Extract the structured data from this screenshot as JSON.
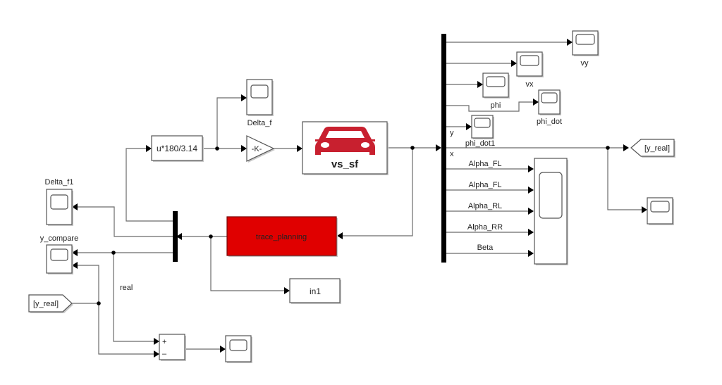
{
  "diagram": {
    "type": "simulink-model",
    "blocks": {
      "fcn": {
        "label": "u*180/3.14"
      },
      "gain": {
        "label": "-K-"
      },
      "scope_delta_f": {
        "label": "Delta_f"
      },
      "vehicle": {
        "label": "vs_sf",
        "icon": "car-icon",
        "color": "#c8202f"
      },
      "trace_planning": {
        "label": "trace_planning",
        "color": "#e00000"
      },
      "in1": {
        "label": "in1"
      },
      "scope_delta_f1": {
        "label": "Delta_f1"
      },
      "scope_y_compare": {
        "label": "y_compare"
      },
      "from_y_real": {
        "label": "[y_real]"
      },
      "goto_y_real": {
        "label": "[y_real]"
      },
      "sum": {
        "plus": "+",
        "minus": "–"
      },
      "scope_vy": {
        "label": "vy"
      },
      "scope_vx": {
        "label": "vx"
      },
      "scope_phi": {
        "label": "phi"
      },
      "scope_phi_dot": {
        "label": "phi_dot"
      },
      "scope_phi_dot1": {
        "label": "phi_dot1"
      }
    },
    "signals": {
      "y": "y",
      "x": "x",
      "alpha_fl_1": "Alpha_FL",
      "alpha_fl_2": "Alpha_FL",
      "alpha_rl": "Alpha_RL",
      "alpha_rr": "Alpha_RR",
      "beta": "Beta",
      "real": "real"
    }
  }
}
